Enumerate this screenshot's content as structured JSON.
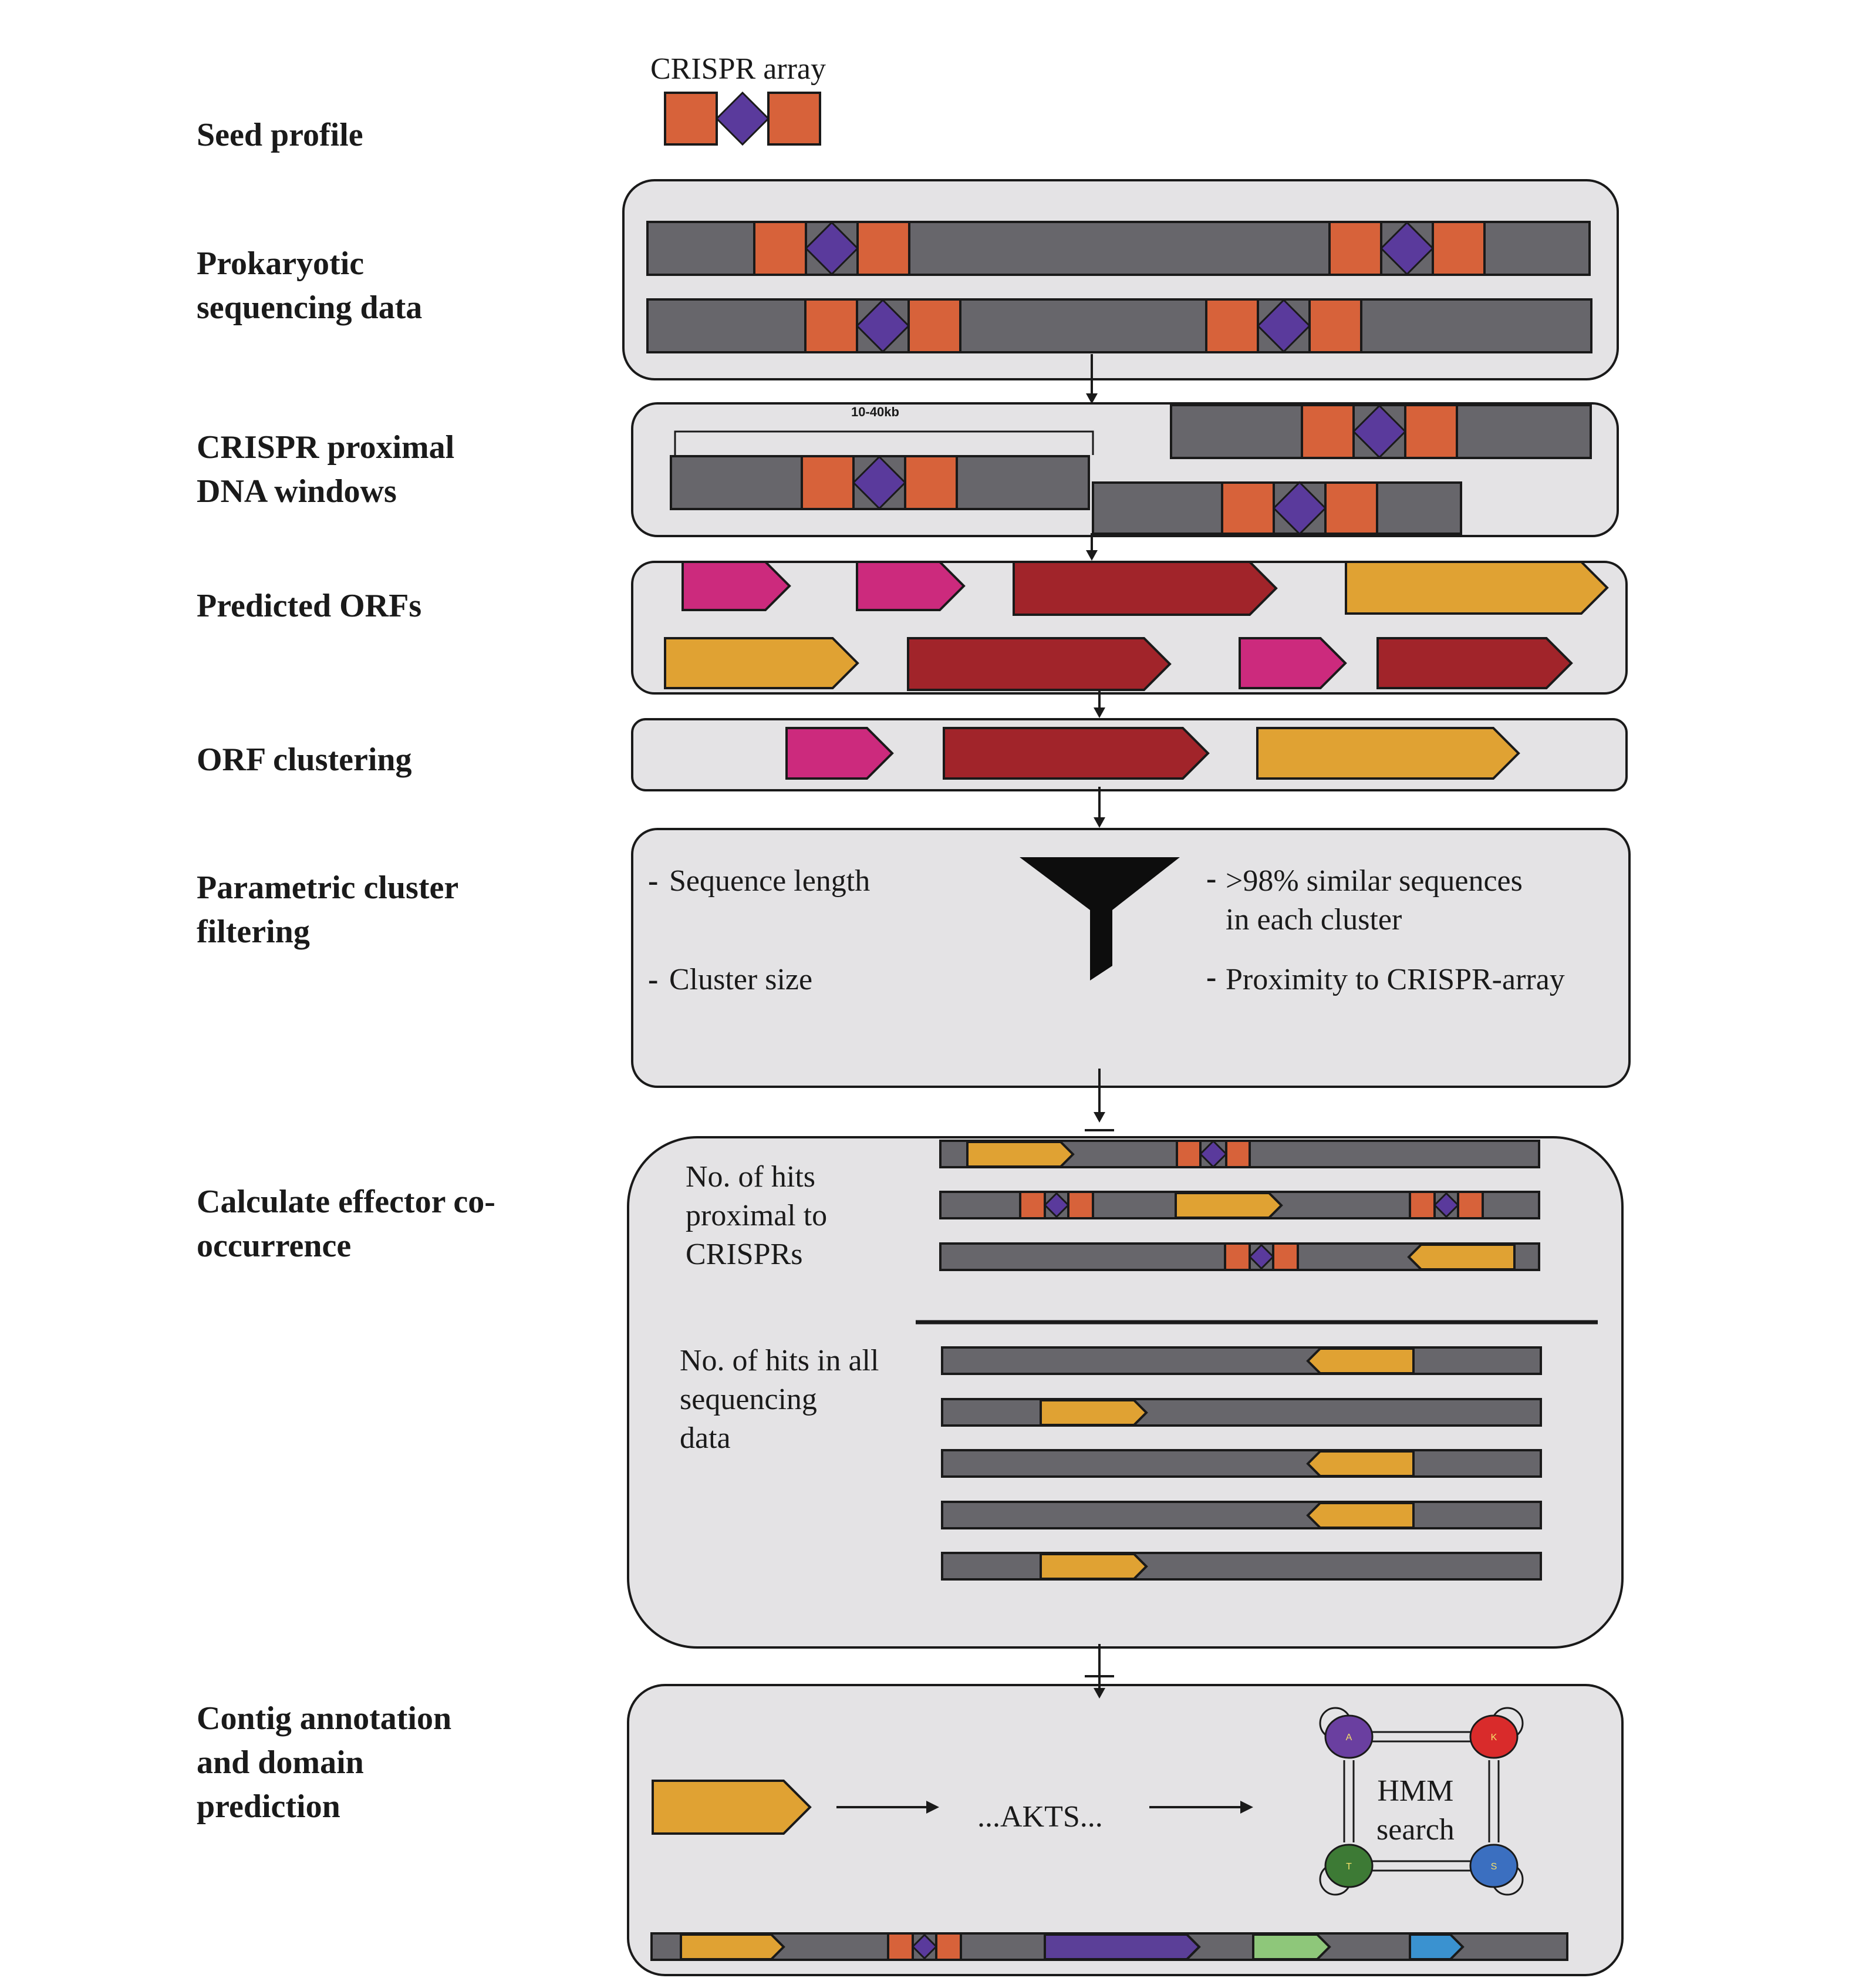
{
  "steps": [
    {
      "id": "seed",
      "label": "Seed profile"
    },
    {
      "id": "prok",
      "label": "Prokaryotic\nsequencing data"
    },
    {
      "id": "windows",
      "label": "CRISPR proximal\nDNA windows"
    },
    {
      "id": "orfs",
      "label": " Predicted ORFs"
    },
    {
      "id": "clust",
      "label": "ORF clustering"
    },
    {
      "id": "filter",
      "label": "Parametric cluster\nfiltering"
    },
    {
      "id": "cooc",
      "label": "Calculate effector co-\noccurrence"
    },
    {
      "id": "annot",
      "label": "Contig annotation\nand domain\nprediction"
    }
  ],
  "seed": {
    "title": "CRISPR array"
  },
  "windows": {
    "bracket_label": "10-40kb"
  },
  "filter": {
    "criteria_left": [
      "Sequence length",
      "Cluster size"
    ],
    "criteria_right": [
      ">98% similar sequences\nin each cluster",
      "Proximity to CRISPR-array"
    ],
    "bullet": "-"
  },
  "cooc": {
    "proximal_label": "No. of hits\nproximal to\nCRISPRs",
    "all_label": "No. of hits in all\nsequencing\ndata"
  },
  "annot": {
    "sequence_text": "...AKTS...",
    "hmm_label": "HMM\nsearch",
    "hmm_nodes": [
      {
        "letter": "A",
        "color": "#6a3fa0"
      },
      {
        "letter": "K",
        "color": "#d92b2b"
      },
      {
        "letter": "T",
        "color": "#3d7a35"
      },
      {
        "letter": "S",
        "color": "#3b6fc0"
      }
    ]
  },
  "colors": {
    "contig": "#67666b",
    "repeat": "#d7623a",
    "spacer": "#5a3a9c",
    "orf_pink": "#cc2a7d",
    "orf_red": "#a1242a",
    "orf_gold": "#e0a233",
    "orf_purple": "#5b3f98",
    "orf_green": "#8ec77a",
    "orf_blue": "#3a92d0",
    "panel_bg": "#e4e3e5"
  }
}
